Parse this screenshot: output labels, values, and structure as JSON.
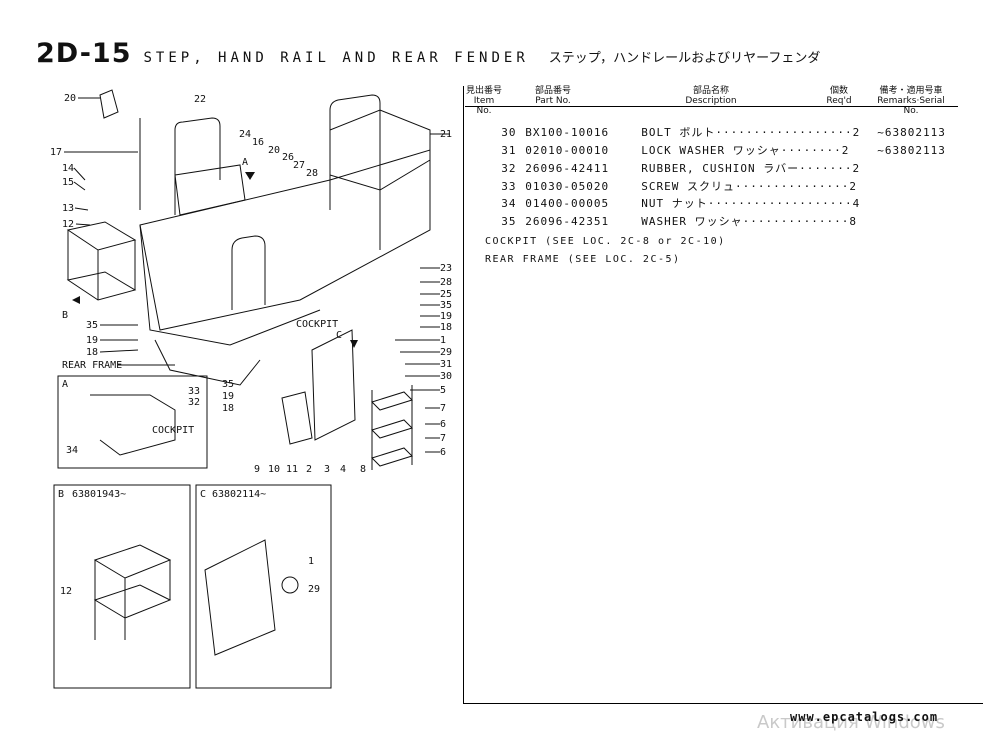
{
  "title": {
    "code": "2D-15",
    "english": "STEP, HAND RAIL AND REAR FENDER",
    "japanese": "ステップ，ハンドレールおよびリヤーフェンダ"
  },
  "table": {
    "headers": [
      {
        "jp": "見出番号",
        "en": "Item No."
      },
      {
        "jp": "部品番号",
        "en": "Part No."
      },
      {
        "jp": "部品名称",
        "en": "Description"
      },
      {
        "jp": "個数",
        "en": "Req'd"
      },
      {
        "jp": "備考・適用号車",
        "en": "Remarks·Serial No."
      }
    ],
    "rows": [
      {
        "item": "30",
        "part": "BX100-10016",
        "desc": "BOLT ボルト··················2",
        "serial": "~63802113"
      },
      {
        "item": "31",
        "part": "02010-00010",
        "desc": "LOCK WASHER ワッシャ········2",
        "serial": "~63802113"
      },
      {
        "item": "32",
        "part": "26096-42411",
        "desc": "RUBBER, CUSHION ラバー·······2",
        "serial": ""
      },
      {
        "item": "33",
        "part": "01030-05020",
        "desc": "SCREW スクリュ···············2",
        "serial": ""
      },
      {
        "item": "34",
        "part": "01400-00005",
        "desc": "NUT ナット···················4",
        "serial": ""
      },
      {
        "item": "35",
        "part": "26096-42351",
        "desc": "WASHER ワッシャ··············8",
        "serial": ""
      }
    ]
  },
  "notes": [
    "COCKPIT (SEE LOC. 2C-8 or 2C-10)",
    "REAR FRAME (SEE LOC. 2C-5)"
  ],
  "diagram": {
    "labels_left": [
      "20",
      "17",
      "14",
      "15",
      "13",
      "12",
      "35",
      "19",
      "18"
    ],
    "labels_top": [
      "22",
      "24",
      "16",
      "20",
      "26",
      "27",
      "28",
      "A"
    ],
    "labels_right": [
      "21",
      "23",
      "28",
      "25",
      "35",
      "19",
      "18",
      "1",
      "29",
      "31",
      "30",
      "5",
      "7",
      "6",
      "7",
      "6"
    ],
    "labels_bottom": [
      "35",
      "19",
      "18",
      "9",
      "10",
      "11",
      "2",
      "3",
      "4",
      "8"
    ],
    "text_cockpit": "COCKPIT",
    "text_rear_frame": "REAR FRAME",
    "text_c": "C",
    "text_b": "B",
    "inset_a": {
      "tag": "A",
      "labels": [
        "33",
        "32",
        "34"
      ],
      "text": "COCKPIT"
    },
    "inset_b": {
      "tag": "B",
      "serial": "63801943~",
      "labels": [
        "12"
      ]
    },
    "inset_c": {
      "tag": "C",
      "serial": "63802114~",
      "labels": [
        "1",
        "29"
      ]
    }
  },
  "footer": {
    "url": "www.epcatalogs.com",
    "watermark": "Активация Windows"
  }
}
